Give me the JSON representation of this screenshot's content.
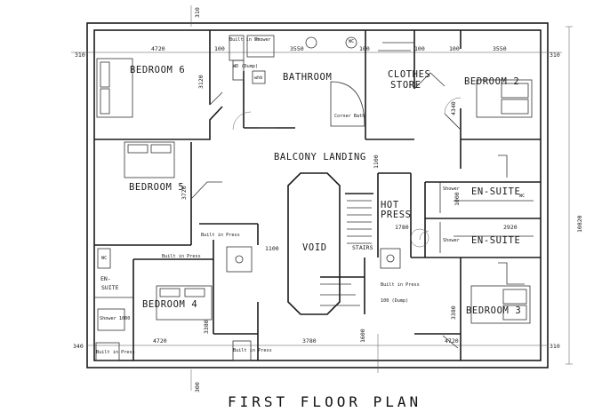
{
  "title": "FIRST FLOOR PLAN",
  "rooms": {
    "bedroom6": "BEDROOM 6",
    "bathroom": "BATHROOM",
    "clothes_store_1": "CLOTHES",
    "clothes_store_2": "STORE",
    "bedroom2": "BEDROOM 2",
    "balcony_landing": "BALCONY LANDING",
    "bedroom5": "BEDROOM 5",
    "void": "VOID",
    "hot_press_1": "HOT",
    "hot_press_2": "PRESS",
    "en_suite_1": "EN-SUITE",
    "en_suite_2": "EN-SUITE",
    "en_suite_left_1": "EN-",
    "en_suite_left_2": "SUITE",
    "stairs": "STAIRS",
    "bedroom4": "BEDROOM 4",
    "bedroom3": "BEDROOM 3"
  },
  "fixtures": {
    "shower": "Shower",
    "shower_1000": "Shower 1000",
    "wc": "WC",
    "whb": "whb",
    "corner_bath": "Corner Bath",
    "built_in_press": "Built in Pr.",
    "built_in_press_fr": "Built in Press",
    "built_in_press_lower": "Built in Press",
    "built_in_press_mid": "Built in Press",
    "built_in_press_bottom": "Built in Press",
    "wd_dump": "WD (Dump)",
    "ch_dump": "100 (Dump)"
  },
  "dimensions": {
    "top_left_width": "4720",
    "top_mid_width": "3550",
    "top_right_width": "3550",
    "left_gap_top": "100",
    "mid_gap": "100",
    "right_gap_1": "100",
    "right_gap_2": "100",
    "bedroom6_depth": "3120",
    "bedroom2_depth": "4340",
    "bedroom5_depth": "3720",
    "landing_depth": "1100",
    "void_gap": "1100",
    "hot_press_width": "1780",
    "en_suite_depth": "1000",
    "en_suite_width": "2920",
    "bedroom4_depth": "3380",
    "bedroom3_depth": "3380",
    "bottom_left_width": "4720",
    "bottom_mid_width": "3780",
    "bottom_right_width": "4720",
    "stairs_depth": "1600",
    "overall_depth": "10820",
    "edge_top": "310",
    "edge_bottom": "300",
    "edge_left_top": "310",
    "edge_left_bottom": "340",
    "edge_right_top": "310",
    "edge_right_bottom": "310",
    "small_100": "100"
  }
}
